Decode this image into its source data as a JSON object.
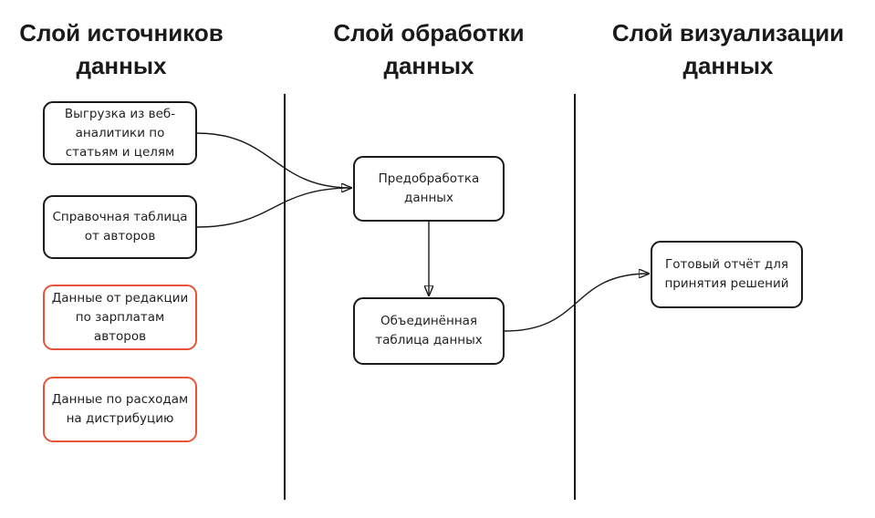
{
  "lanes": [
    {
      "title": "Слой источников данных"
    },
    {
      "title": "Слой обработки данных"
    },
    {
      "title": "Слой визуализации данных"
    }
  ],
  "nodes": {
    "src_web": {
      "label": "Выгрузка из веб-аналитики по статьям и целям"
    },
    "src_ref": {
      "label": "Справочная таблица от авторов"
    },
    "src_salary": {
      "label": "Данные от редакции по зарплатам авторов",
      "highlight_color": "#e8543a"
    },
    "src_dist": {
      "label": "Данные по расходам на дистрибуцию",
      "highlight_color": "#e8543a"
    },
    "preprocess": {
      "label": "Предобработка данных"
    },
    "merged": {
      "label": "Объединённая таблица данных"
    },
    "report": {
      "label": "Готовый отчёт для принятия решений"
    }
  },
  "edges": [
    {
      "from": "src_web",
      "to": "preprocess"
    },
    {
      "from": "src_ref",
      "to": "preprocess"
    },
    {
      "from": "preprocess",
      "to": "merged"
    },
    {
      "from": "merged",
      "to": "report"
    }
  ],
  "colors": {
    "line": "#1a1a1a",
    "accent_border": "#e8543a",
    "background": "#ffffff"
  }
}
